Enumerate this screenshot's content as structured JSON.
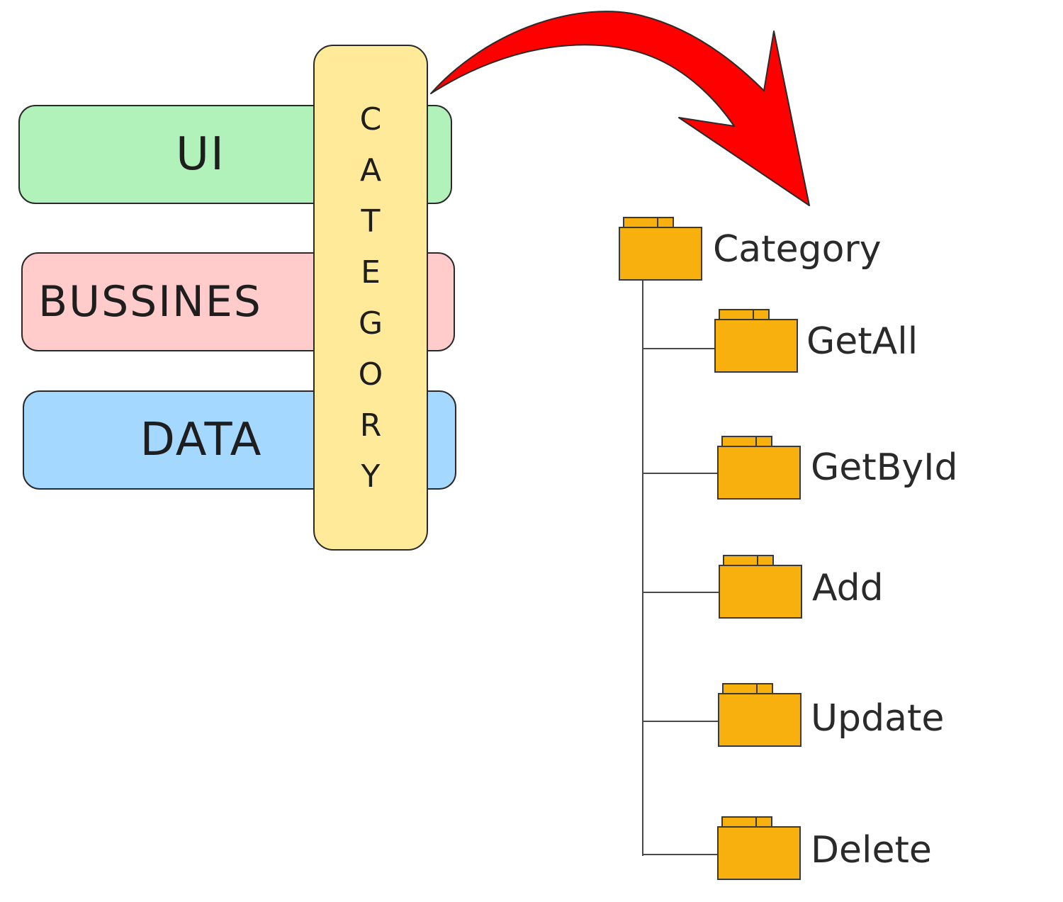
{
  "layers": {
    "ui": {
      "label": "UI",
      "color": "#b1f2bb"
    },
    "business": {
      "label": "BUSSINES",
      "color": "#ffcccb"
    },
    "data": {
      "label": "DATA",
      "color": "#a5d8ff"
    }
  },
  "category_bar": {
    "color": "#feea98",
    "letters": [
      "C",
      "A",
      "T",
      "E",
      "G",
      "O",
      "R",
      "Y"
    ]
  },
  "arrow": {
    "color": "#ff0000",
    "icon": "curved-arrow-icon"
  },
  "tree": {
    "root": {
      "label": "Category",
      "icon": "folder-icon",
      "color": "#f8b00e"
    },
    "children": [
      {
        "label": "GetAll",
        "icon": "folder-icon"
      },
      {
        "label": "GetById",
        "icon": "folder-icon"
      },
      {
        "label": "Add",
        "icon": "folder-icon"
      },
      {
        "label": "Update",
        "icon": "folder-icon"
      },
      {
        "label": "Delete",
        "icon": "folder-icon"
      }
    ]
  }
}
